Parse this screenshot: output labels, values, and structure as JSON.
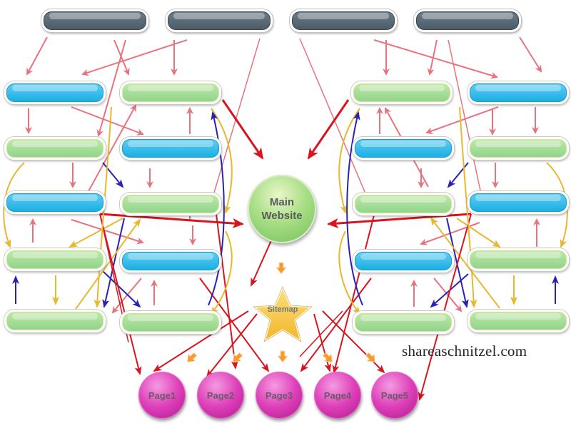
{
  "diagram": {
    "type": "website-link-structure",
    "colors": {
      "dark_node": "#546470",
      "blue_node": "#29b6e8",
      "green_node": "#9fd98f",
      "main_node": "#8fd070",
      "page_node": "#d83aae",
      "sitemap_star": "#f6c342",
      "link_pink": "#e8737e",
      "link_red": "#d8141e",
      "link_blue": "#2a22b8",
      "link_yellow": "#e8b830",
      "orange_arrow": "#f79a30"
    },
    "top_nodes": [
      {
        "id": "top-1",
        "style": "dark"
      },
      {
        "id": "top-2",
        "style": "dark"
      },
      {
        "id": "top-3",
        "style": "dark"
      },
      {
        "id": "top-4",
        "style": "dark"
      }
    ],
    "left_nodes": [
      {
        "id": "L1a",
        "style": "blue"
      },
      {
        "id": "L1b",
        "style": "green"
      },
      {
        "id": "L2a",
        "style": "green"
      },
      {
        "id": "L2b",
        "style": "blue"
      },
      {
        "id": "L3a",
        "style": "blue"
      },
      {
        "id": "L3b",
        "style": "green"
      },
      {
        "id": "L4a",
        "style": "green"
      },
      {
        "id": "L4b",
        "style": "blue"
      },
      {
        "id": "L5a",
        "style": "green"
      },
      {
        "id": "L5b",
        "style": "green"
      }
    ],
    "right_nodes": [
      {
        "id": "R1a",
        "style": "green"
      },
      {
        "id": "R1b",
        "style": "blue"
      },
      {
        "id": "R2a",
        "style": "blue"
      },
      {
        "id": "R2b",
        "style": "green"
      },
      {
        "id": "R3a",
        "style": "green"
      },
      {
        "id": "R3b",
        "style": "blue"
      },
      {
        "id": "R4a",
        "style": "blue"
      },
      {
        "id": "R4b",
        "style": "green"
      },
      {
        "id": "R5a",
        "style": "green"
      },
      {
        "id": "R5b",
        "style": "green"
      }
    ],
    "main_node": {
      "label": "Main\nWebsite"
    },
    "sitemap": {
      "label": "Sitemap"
    },
    "pages": [
      {
        "label": "Page1"
      },
      {
        "label": "Page2"
      },
      {
        "label": "Page3"
      },
      {
        "label": "Page4"
      },
      {
        "label": "Page5"
      }
    ],
    "watermark": "shareaschnitzel.com"
  }
}
